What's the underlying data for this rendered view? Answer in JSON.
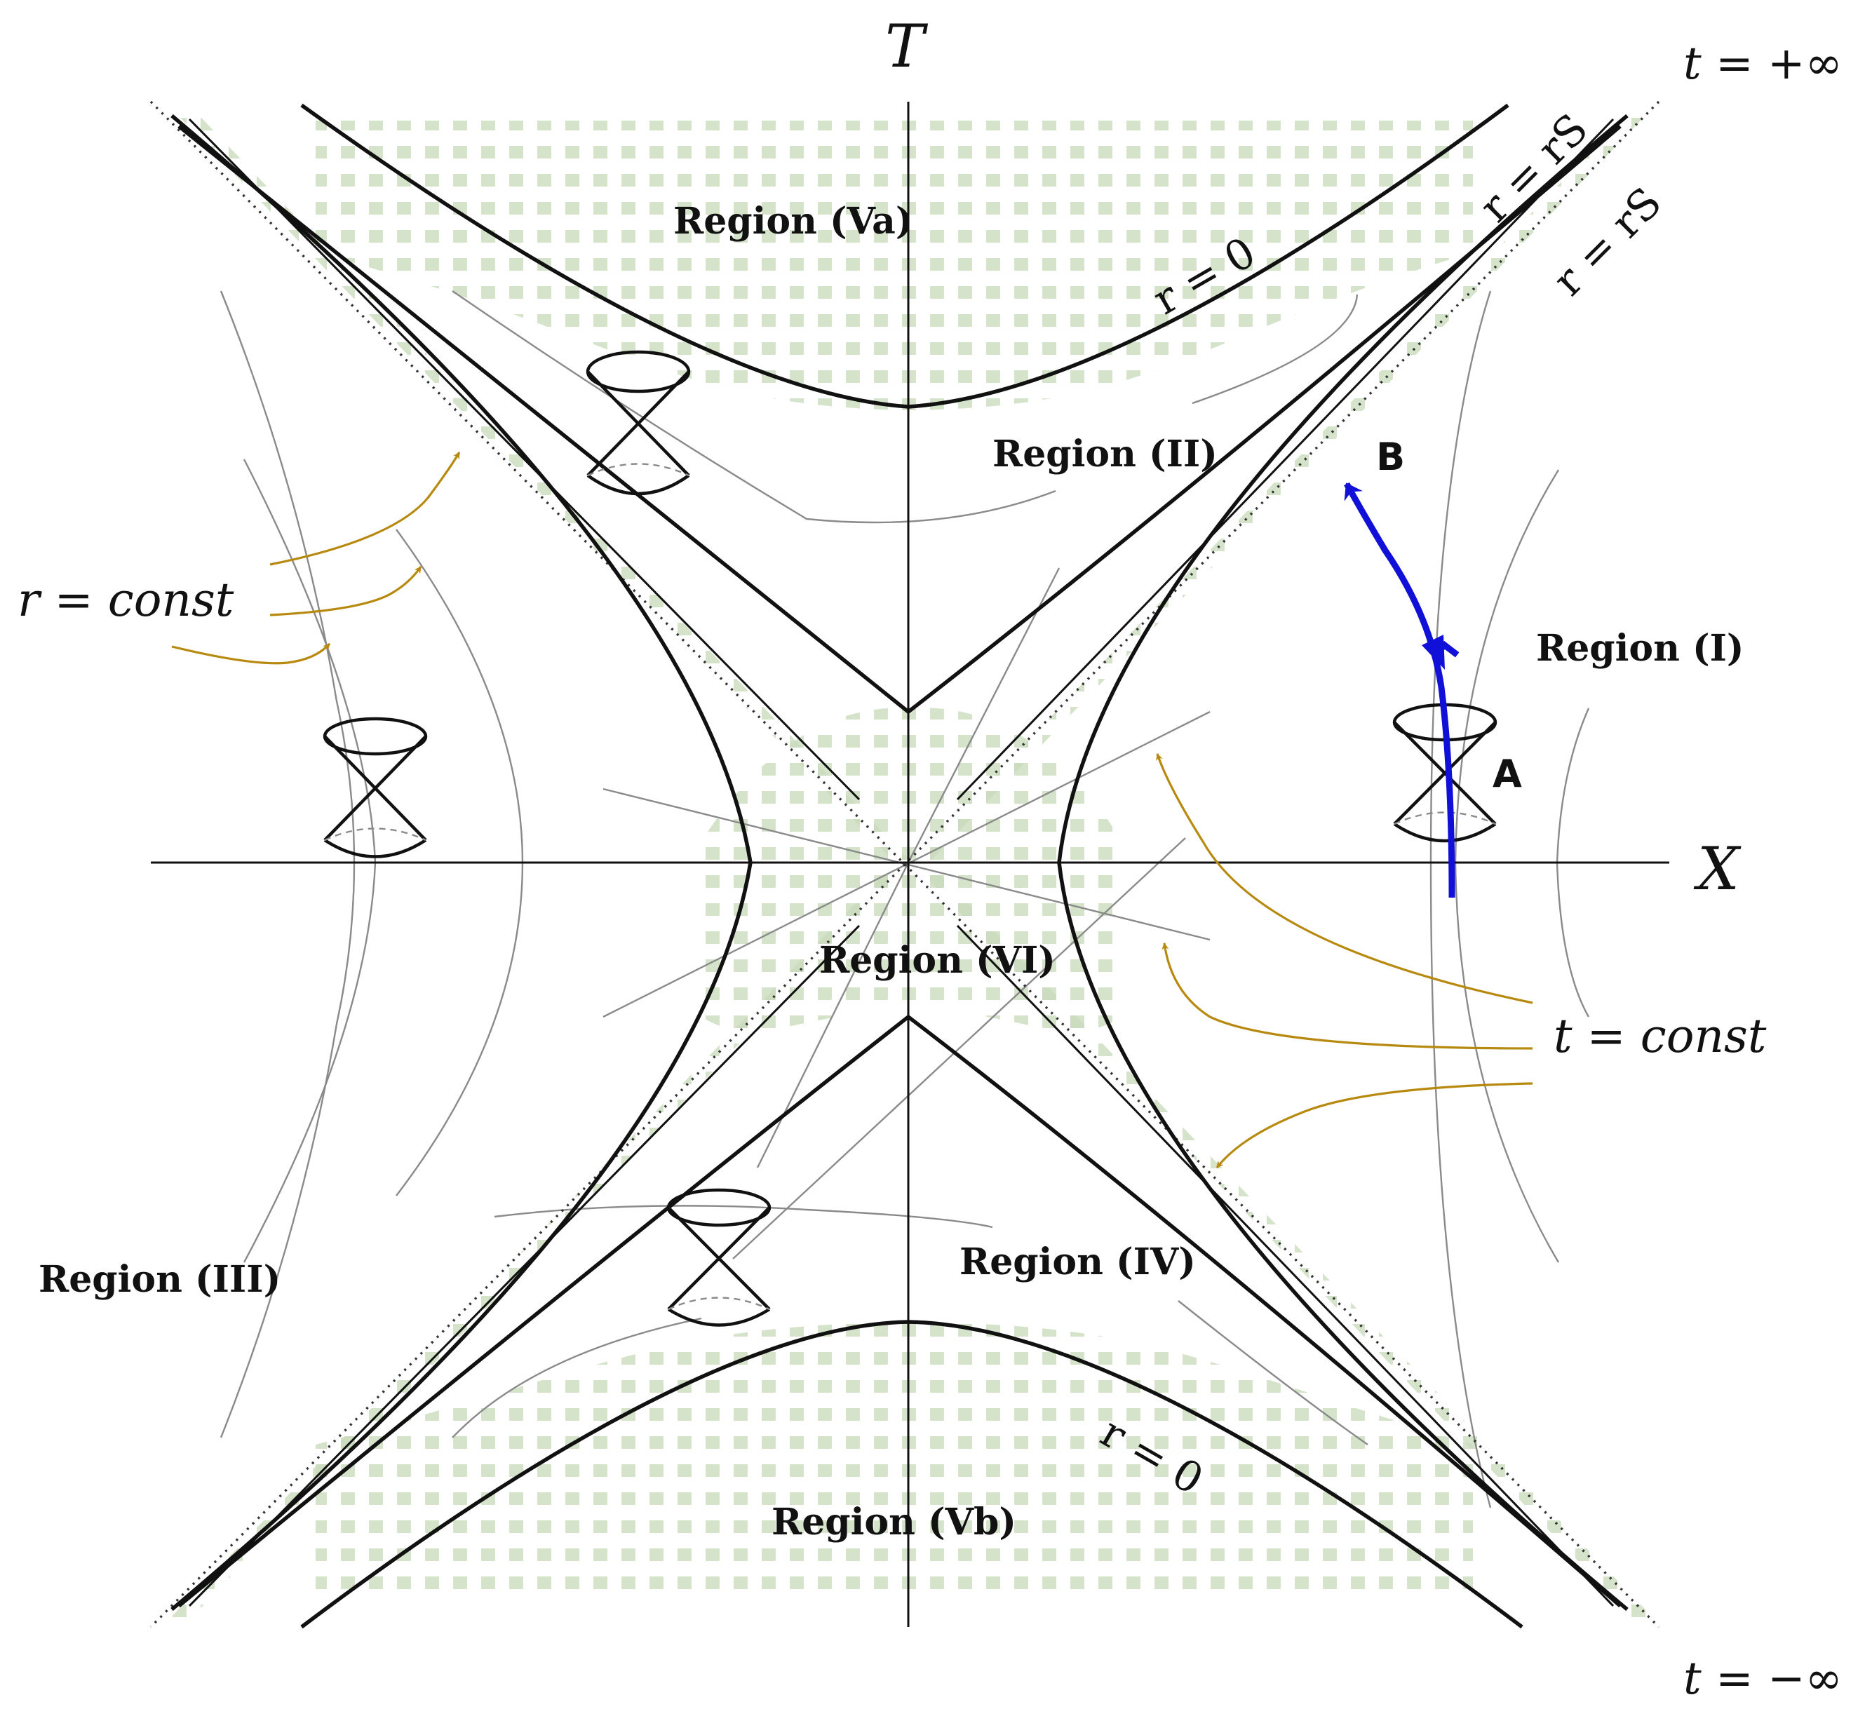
{
  "axes": {
    "x_label": "X",
    "y_label": "T"
  },
  "corner_labels": {
    "top": "t = +∞",
    "bottom": "t = −∞"
  },
  "regions": [
    {
      "id": "Va",
      "label": "Region (Va)"
    },
    {
      "id": "II",
      "label": "Region (II)"
    },
    {
      "id": "I",
      "label": "Region (I)"
    },
    {
      "id": "III",
      "label": "Region (III)"
    },
    {
      "id": "VI",
      "label": "Region (VI)"
    },
    {
      "id": "IV",
      "label": "Region (IV)"
    },
    {
      "id": "Vb",
      "label": "Region (Vb)"
    }
  ],
  "curve_labels": {
    "r_zero_top": "r = 0",
    "r_zero_bottom": "r = 0",
    "r_s_outer": "r = rS",
    "r_s_inner": "r = rS"
  },
  "annotations": {
    "r_const": "r = const",
    "t_const": "t = const"
  },
  "points": {
    "A": "A",
    "B": "B"
  },
  "colors": {
    "curves": "#111111",
    "grid_lines": "#8a8a8a",
    "annotation_arrows": "#b8890f",
    "worldline": "#1010d8",
    "shading": "#c9dcbb"
  },
  "icons": {
    "light_cone": "light-cone-icon",
    "arrowhead": "arrowhead-icon"
  }
}
